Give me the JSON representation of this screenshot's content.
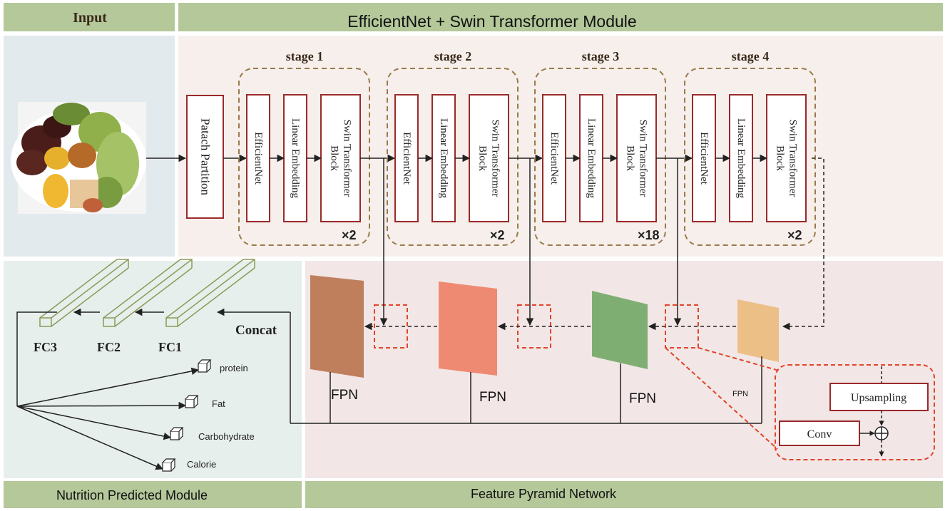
{
  "headers": {
    "input": "Input",
    "module": "EfficientNet + Swin Transformer Module",
    "nutrition": "Nutrition Predicted Module",
    "fpn_title": "Feature Pyramid Network"
  },
  "patch_partition": "Patach Partition",
  "stages": [
    {
      "label": "stage 1",
      "repeat": "×2"
    },
    {
      "label": "stage 2",
      "repeat": "×2"
    },
    {
      "label": "stage 3",
      "repeat": "×18"
    },
    {
      "label": "stage 4",
      "repeat": "×2"
    }
  ],
  "blocks": {
    "efficientnet": "EfficientNet",
    "linear": "Linear Embedding",
    "swin_line1": "Swin Transformer",
    "swin_line2": "Block"
  },
  "fpn_labels": [
    "FPN",
    "FPN",
    "FPN",
    "FPN"
  ],
  "fc_labels": [
    "FC3",
    "FC2",
    "FC1"
  ],
  "concat": "Concat",
  "outputs": [
    "protein",
    "Fat",
    "Carbohydrate",
    "Calorie"
  ],
  "detail": {
    "upsampling": "Upsampling",
    "conv": "Conv"
  },
  "colors": {
    "header_bg": "#b4c89a",
    "input_bg": "#e3eaee",
    "module_bg": "#f6efec",
    "nutrition_bg": "#e7efed",
    "fpn_bg": "#f2e6e6",
    "block_border": "#9b2a2a",
    "stage_border": "#9a7a4a",
    "red_dashed": "#e0452a",
    "fmap_brown": "#bf7f5c",
    "fmap_salmon": "#ef8a72",
    "fmap_green": "#7fae73",
    "fmap_tan": "#ecbf87"
  }
}
